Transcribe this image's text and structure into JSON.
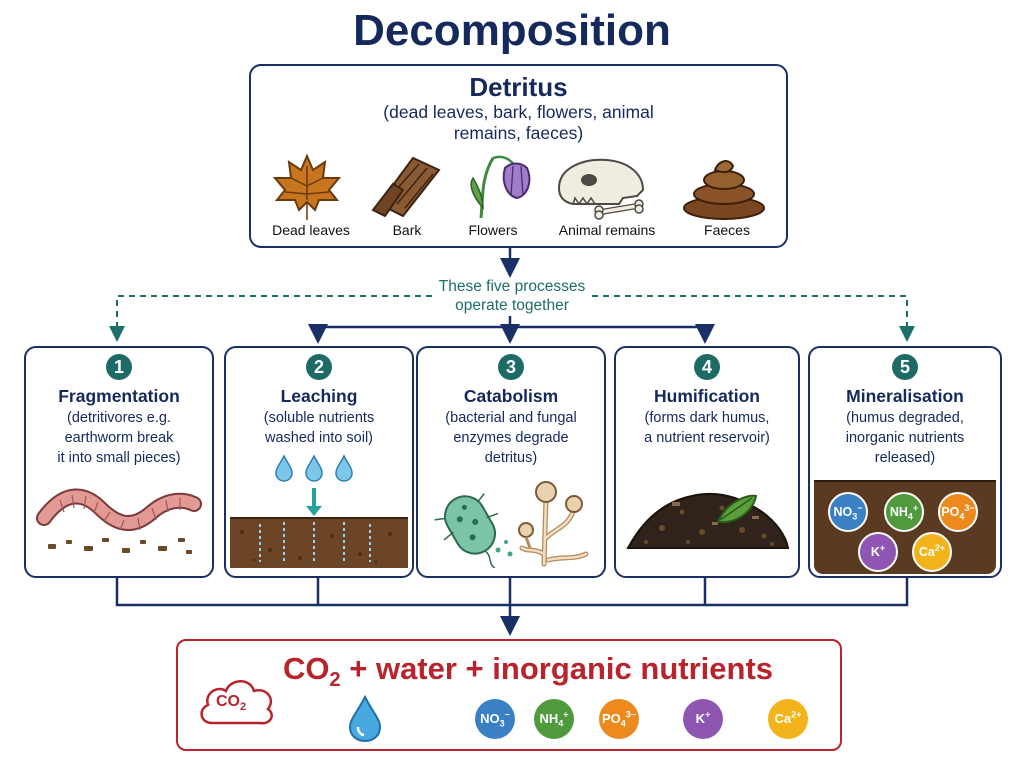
{
  "title": "Decomposition",
  "detritus": {
    "title": "Detritus",
    "subtitle_line1": "(dead leaves, bark, flowers, animal",
    "subtitle_line2": "remains, faeces)",
    "items": [
      {
        "label": "Dead leaves",
        "icon": "leaf-icon"
      },
      {
        "label": "Bark",
        "icon": "bark-icon"
      },
      {
        "label": "Flowers",
        "icon": "flower-icon"
      },
      {
        "label": "Animal remains",
        "icon": "skull-icon"
      },
      {
        "label": "Faeces",
        "icon": "faeces-icon"
      }
    ]
  },
  "operate": {
    "line1": "These five processes",
    "line2": "operate together"
  },
  "processes": [
    {
      "number": "1",
      "title": "Fragmentation",
      "desc": [
        "(detritivores e.g.",
        "earthworm break",
        "it into small pieces)"
      ],
      "icon": "earthworm-icon"
    },
    {
      "number": "2",
      "title": "Leaching",
      "desc": [
        "(soluble nutrients",
        "washed into soil)"
      ],
      "icon": "water-drops-icon"
    },
    {
      "number": "3",
      "title": "Catabolism",
      "desc": [
        "(bacterial and fungal",
        "enzymes degrade",
        "detritus)"
      ],
      "icon": "bacteria-fungi-icon"
    },
    {
      "number": "4",
      "title": "Humification",
      "desc": [
        "(forms dark humus,",
        "a nutrient reservoir)"
      ],
      "icon": "humus-icon"
    },
    {
      "number": "5",
      "title": "Mineralisation",
      "desc": [
        "(humus degraded,",
        "inorganic nutrients",
        "released)"
      ],
      "icon": "soil-nutrients-icon"
    }
  ],
  "ions": {
    "no3": {
      "base": "NO",
      "sub": "3",
      "sup": "−"
    },
    "nh4": {
      "base": "NH",
      "sub": "4",
      "sup": "+"
    },
    "po4": {
      "base": "PO",
      "sub": "4",
      "sup": "3−"
    },
    "k": {
      "base": "K",
      "sup": "+"
    },
    "ca": {
      "base": "Ca",
      "sup": "2+"
    }
  },
  "result": {
    "text_part1": "CO",
    "text_sub": "2",
    "text_part2": " + water + inorganic nutrients",
    "cloud_label": "CO",
    "cloud_sub": "2"
  },
  "colors": {
    "navy": "#1a2f66",
    "teal": "#1d6e69",
    "red": "#b8232c",
    "no3": "#3b7fc4",
    "nh4": "#4f9a3c",
    "po4": "#ec8a1e",
    "k": "#8e55b3",
    "ca": "#f3b41b"
  }
}
